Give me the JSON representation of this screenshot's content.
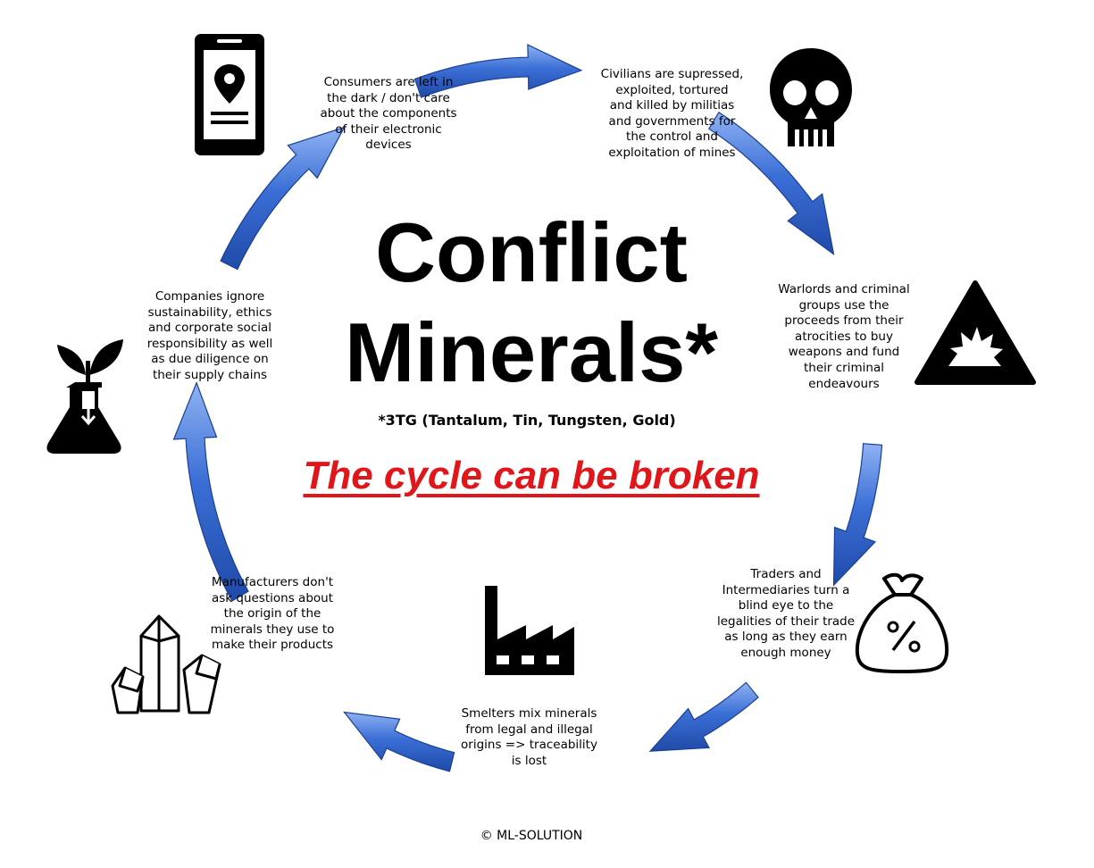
{
  "title_line1": "Conflict",
  "title_line2": "Minerals*",
  "footnote": "*3TG (Tantalum, Tin, Tungsten, Gold)",
  "tagline": "The cycle can be broken",
  "copyright": "© ML-SOLUTION",
  "colors": {
    "arrow": "#3b6fd6",
    "arrow_light": "#7fa6ee",
    "arrow_dark": "#1f4aa8",
    "tagline": "#e0161b",
    "icon": "#000000"
  },
  "steps": [
    {
      "icon": "smartphone-location-icon",
      "text": "Consumers are left in\nthe dark / don't care\nabout the components\nof their electronic\ndevices"
    },
    {
      "icon": "skull-icon",
      "text": "Civilians are supressed,\nexploited, tortured\nand killed by militias\nand governments for\nthe control and\nexploitation of mines"
    },
    {
      "icon": "explosion-warning-icon",
      "text": "Warlords and criminal\ngroups use the\nproceeds from their\natrocities to buy\nweapons and fund\ntheir criminal\nendeavours"
    },
    {
      "icon": "money-bag-icon",
      "text": "Traders and\nIntermediaries turn a\nblind eye to the\nlegalities of their trade\nas long as they earn\nenough money"
    },
    {
      "icon": "factory-icon",
      "text": "Smelters mix minerals\nfrom legal and illegal\norigins => traceability\nis lost"
    },
    {
      "icon": "crystals-icon",
      "text": "Manufacturers don't\nask questions about\nthe origin of the\nminerals they use to\nmake their products"
    },
    {
      "icon": "plant-flask-icon",
      "text": "Companies ignore\nsustainability, ethics\nand corporate social\nresponsibility as well\nas due diligence on\ntheir supply chains"
    }
  ]
}
